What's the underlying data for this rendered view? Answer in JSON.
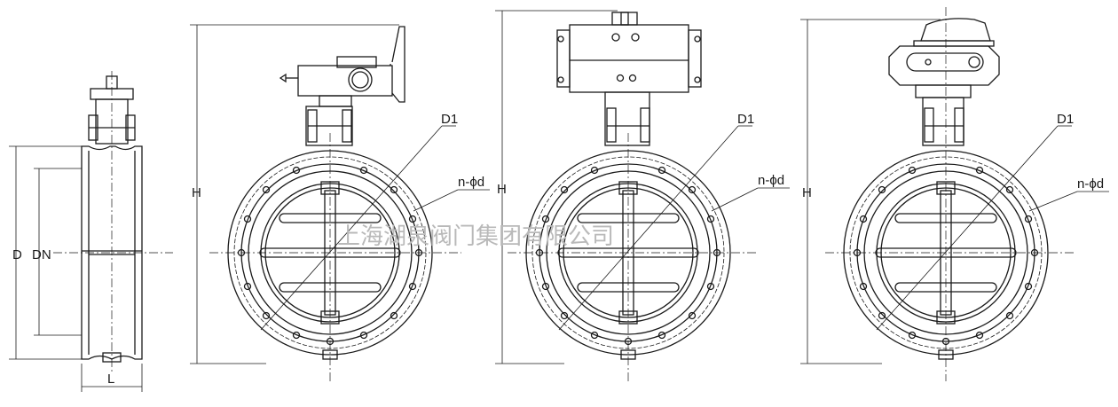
{
  "labels": {
    "D": "D",
    "DN": "DN",
    "L": "L",
    "H": "H",
    "D1": "D1",
    "n_phi_d": "n-ϕd"
  },
  "watermark": "上海湖泉阀门集团有限公司",
  "views": [
    "side-view",
    "worm-gear-view",
    "pneumatic-actuator-view",
    "electric-actuator-view"
  ],
  "colors": {
    "line": "#1a1a1a",
    "watermark": "#b9b9b9",
    "background": "#ffffff"
  }
}
